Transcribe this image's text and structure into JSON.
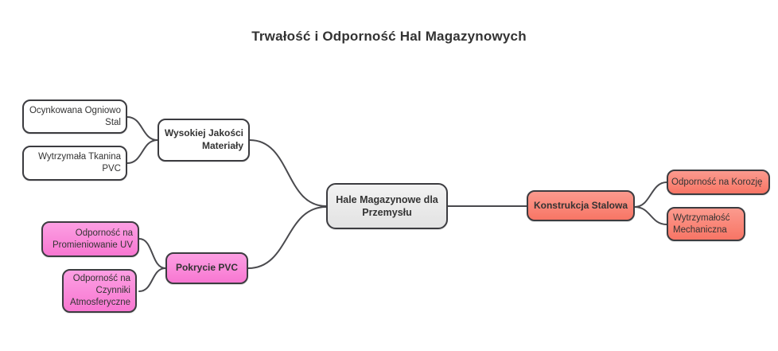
{
  "title": "Trwałość i Odporność Hal Magazynowych",
  "colors": {
    "root_fill": "#e9e9e9",
    "steel_branch_fill": "#f97c6e",
    "pvc_branch_fill": "#f97ed6",
    "materials_branch_fill": "#ffffff",
    "node_border": "#3c3c40",
    "edge_line": "#4a4a4e",
    "text": "#333333"
  },
  "nodes": {
    "root": {
      "label": "Hale Magazynowe dla\nPrzemysłu"
    },
    "materialy": {
      "label": "Wysokiej Jakości\nMateriały"
    },
    "ocynkowana": {
      "label": "Ocynkowana Ogniowo\nStal"
    },
    "tkanina": {
      "label": "Wytrzymała Tkanina\nPVC"
    },
    "pokrycie": {
      "label": "Pokrycie PVC"
    },
    "uv": {
      "label": "Odporność na\nPromieniowanie UV"
    },
    "atmosferyczne": {
      "label": "Odporność na\nCzynniki\nAtmosferyczne"
    },
    "konstrukcja": {
      "label": "Konstrukcja Stalowa"
    },
    "korozja": {
      "label": "Odporność na Korozję"
    },
    "mechaniczna": {
      "label": "Wytrzymałość\nMechaniczna"
    }
  },
  "edges": [
    {
      "from": "ocynkowana",
      "to": "materialy"
    },
    {
      "from": "tkanina",
      "to": "materialy"
    },
    {
      "from": "materialy",
      "to": "root"
    },
    {
      "from": "uv",
      "to": "pokrycie"
    },
    {
      "from": "atmosferyczne",
      "to": "pokrycie"
    },
    {
      "from": "pokrycie",
      "to": "root"
    },
    {
      "from": "root",
      "to": "konstrukcja"
    },
    {
      "from": "konstrukcja",
      "to": "korozja"
    },
    {
      "from": "konstrukcja",
      "to": "mechaniczna"
    }
  ]
}
